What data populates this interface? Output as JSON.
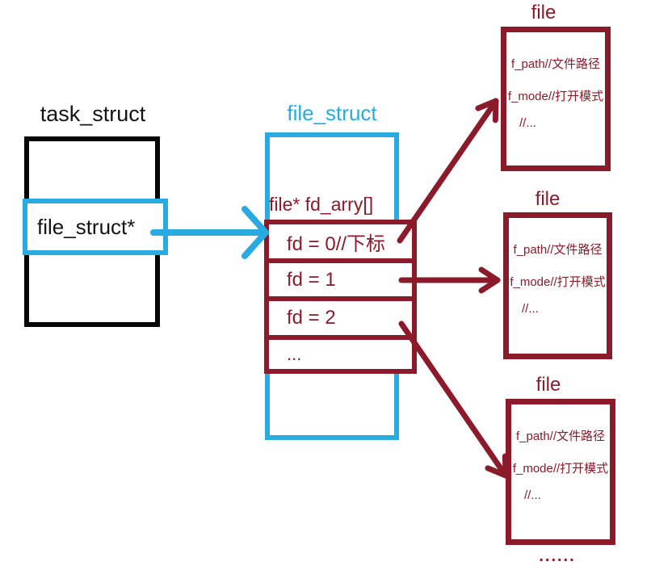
{
  "colors": {
    "accent_cyan": "#29ABE2",
    "maroon": "#8B1B2B",
    "black": "#141414",
    "background": "#FFFFFF"
  },
  "task_struct": {
    "title": "task_struct",
    "pointer_field": "file_struct*"
  },
  "file_struct": {
    "title": "file_struct",
    "array_label": "file* fd_arry[]",
    "rows": [
      "fd = 0//下标",
      "fd = 1",
      "fd = 2",
      "..."
    ]
  },
  "files": [
    {
      "title": "file",
      "lines": [
        "f_path//文件路径",
        "f_mode//打开模式",
        "//..."
      ]
    },
    {
      "title": "file",
      "lines": [
        "f_path//文件路径",
        "f_mode//打开模式",
        "//..."
      ]
    },
    {
      "title": "file",
      "lines": [
        "f_path//文件路径",
        "f_mode//打开模式",
        "//..."
      ]
    }
  ],
  "ellipsis": "......"
}
